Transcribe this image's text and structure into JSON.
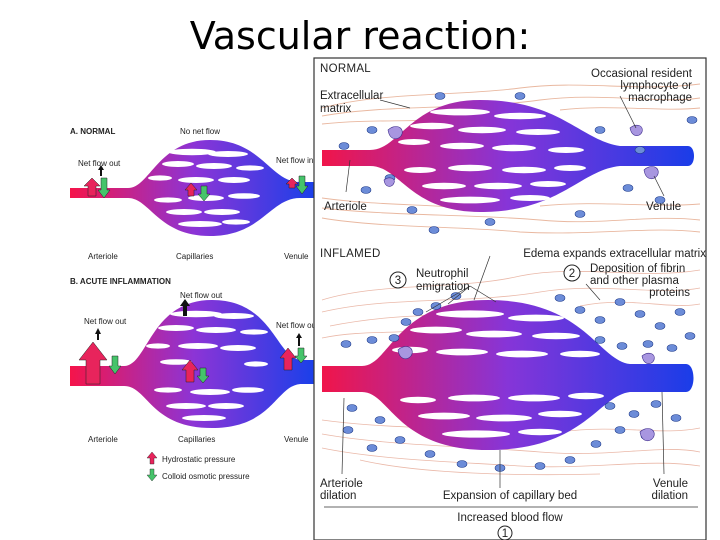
{
  "slide": {
    "title": "Vascular reaction:"
  },
  "left_figure": {
    "panel_a": {
      "heading": "A. NORMAL",
      "no_net_flow": "No net flow",
      "net_flow_out": "Net flow out",
      "net_flow_in": "Net flow in",
      "arteriole": "Arteriole",
      "capillaries": "Capillaries",
      "venule": "Venule"
    },
    "panel_b": {
      "heading": "B. ACUTE INFLAMMATION",
      "net_flow_out_top": "Net flow out",
      "net_flow_out_left": "Net flow out",
      "net_flow_out_right": "Net flow out",
      "arteriole": "Arteriole",
      "capillaries": "Capillaries",
      "venule": "Venule"
    },
    "legend": {
      "hydrostatic": "Hydrostatic pressure",
      "colloid": "Colloid osmotic pressure",
      "hydrostatic_color": "#e8245c",
      "colloid_color": "#45c46a"
    }
  },
  "right_figure": {
    "normal": {
      "heading": "NORMAL",
      "extracellular_line1": "Extracellular",
      "extracellular_line2": "matrix",
      "resident_line1": "Occasional resident",
      "resident_line2": "lymphocyte or",
      "resident_line3": "macrophage",
      "arteriole": "Arteriole",
      "venule": "Venule"
    },
    "inflamed": {
      "heading": "INFLAMED",
      "edema": "Edema expands extracellular matrix",
      "neutrophil_line1": "Neutrophil",
      "neutrophil_line2": "emigration",
      "deposition_line1": "Deposition of fibrin",
      "deposition_line2": "and other plasma",
      "deposition_line3": "proteins",
      "arteriole_line1": "Arteriole",
      "arteriole_line2": "dilation",
      "venule_line1": "Venule",
      "venule_line2": "dilation",
      "expansion": "Expansion of capillary bed",
      "increased_flow": "Increased blood flow",
      "marker_1": "1",
      "marker_2": "2",
      "marker_3": "3"
    }
  },
  "colors": {
    "arterial": "#f0144a",
    "capillary": "#8a35d8",
    "venous": "#1a3fe8"
  }
}
